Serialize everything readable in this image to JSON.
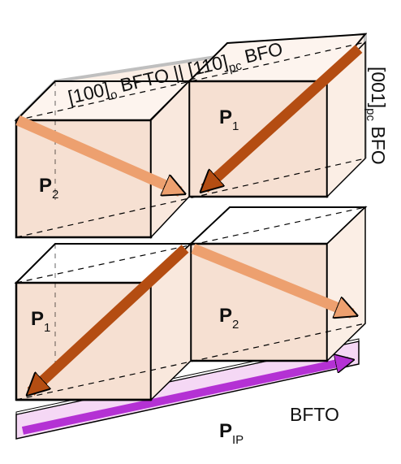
{
  "diagram": {
    "labels": {
      "top_direction": "[100]",
      "top_direction_sub_o": "o",
      "top_direction_mid": " BFTO || [110]",
      "top_direction_sub_pc": "pc",
      "top_direction_end": " BFO",
      "side_direction": "[001]",
      "side_direction_sub": "pc",
      "side_direction_end": " BFO",
      "film_label": "BFTO"
    },
    "polarizations": {
      "top_left": {
        "main": "P",
        "sub": "2"
      },
      "top_right": {
        "main": "P",
        "sub": "1"
      },
      "bottom_left": {
        "main": "P",
        "sub": "1"
      },
      "bottom_right": {
        "main": "P",
        "sub": "2"
      },
      "film": {
        "main": "P",
        "sub": "IP"
      }
    },
    "colors": {
      "cube_fill": "#f6e0d2",
      "arrow_light": "#eda06f",
      "arrow_dark": "#b44d12",
      "film_fill": "#f5d8f5",
      "film_arrow": "#b431d4",
      "edge": "#000000",
      "back_edge": "#bfbfbf"
    }
  }
}
